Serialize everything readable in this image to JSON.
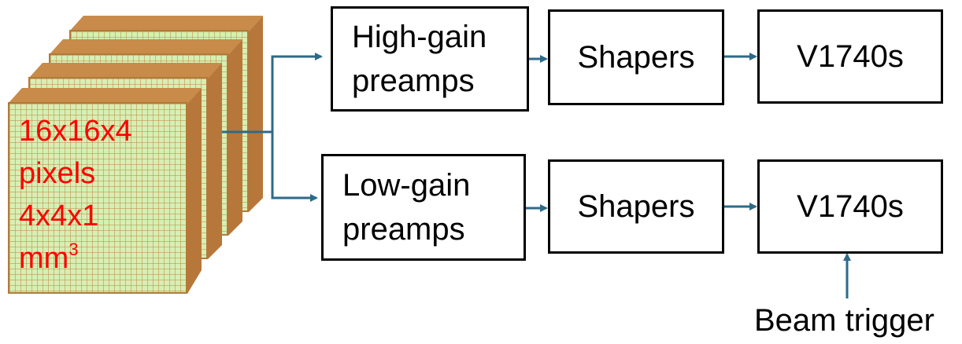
{
  "detector": {
    "label_lines": [
      "16x16x4",
      "pixels",
      "4x4x1",
      "mm"
    ],
    "unit_superscript": "3"
  },
  "blocks": {
    "high_gain_preamps": "High-gain\npreamps",
    "low_gain_preamps": "Low-gain\npreamps",
    "shapers_top": "Shapers",
    "shapers_bottom": "Shapers",
    "digitizer_top": "V1740s",
    "digitizer_bottom": "V1740s"
  },
  "trigger": {
    "label": "Beam trigger"
  },
  "colors": {
    "arrow": "#2e6a88",
    "label": "#ff0000",
    "plate_fill": "#d6efb4",
    "plate_edge": "#b27a39"
  }
}
